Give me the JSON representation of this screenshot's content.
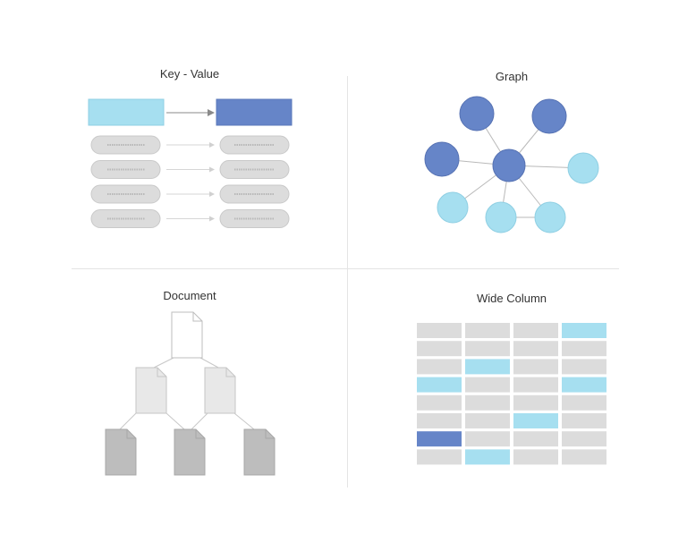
{
  "titles": {
    "key_value": "Key - Value",
    "graph": "Graph",
    "document": "Document",
    "wide_column": "Wide Column"
  },
  "colors": {
    "light_blue": "#a6dff0",
    "dark_blue": "#6685c8",
    "light_gray": "#dcdcdc",
    "mid_gray": "#e8e8e8",
    "dark_gray": "#bdbdbd"
  },
  "key_value": {
    "pair_rows": 4
  },
  "graph": {
    "center": "dark",
    "outer_nodes": [
      "dark",
      "dark",
      "dark",
      "light",
      "light",
      "light",
      "light"
    ]
  },
  "document": {
    "levels": [
      1,
      2,
      3
    ]
  },
  "wide_column": {
    "rows": [
      [
        "gray",
        "gray",
        "gray",
        "light"
      ],
      [
        "gray",
        "gray",
        "gray",
        "gray"
      ],
      [
        "gray",
        "light",
        "gray",
        "gray"
      ],
      [
        "light",
        "gray",
        "gray",
        "light"
      ],
      [
        "gray",
        "gray",
        "gray",
        "gray"
      ],
      [
        "gray",
        "gray",
        "light",
        "gray"
      ],
      [
        "dark",
        "gray",
        "gray",
        "gray"
      ],
      [
        "gray",
        "light",
        "gray",
        "gray"
      ]
    ]
  }
}
